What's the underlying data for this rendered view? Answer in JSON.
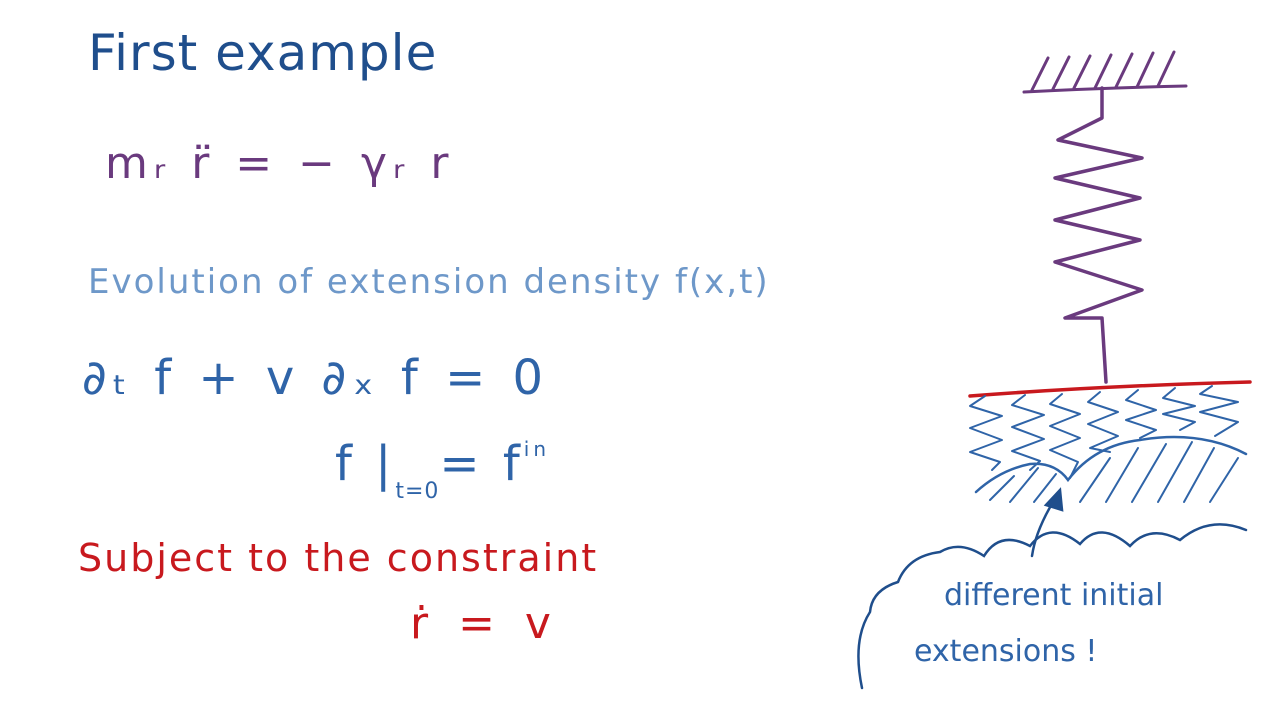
{
  "title": "First example",
  "equation_motion": "mᵣ r̈ = − γᵣ r",
  "evolution_heading": "Evolution of extension density f(x,t)",
  "pde": "∂ₜ f + v  ∂ₓ f = 0",
  "initial_condition": {
    "lhs": "f |",
    "subscript": "t=0",
    "rhs": "= f",
    "superscript": "in"
  },
  "constraint_heading": "Subject to the constraint",
  "constraint_equation": "ṙ = v",
  "annotation": {
    "line1": "different initial",
    "line2": "extensions !"
  },
  "colors": {
    "title": "#1f4e8c",
    "equation_motion": "#6a3a7e",
    "evolution": "#6e98c9",
    "pde": "#2f64a8",
    "constraint": "#c8191e",
    "spring": "#6a3a7e",
    "bar": "#c8191e",
    "small_springs": "#2f64a8"
  },
  "icons": [
    "ceiling-hatch",
    "main-spring",
    "rigid-bar",
    "small-springs",
    "ground-hatch",
    "arrow",
    "thought-cloud"
  ]
}
